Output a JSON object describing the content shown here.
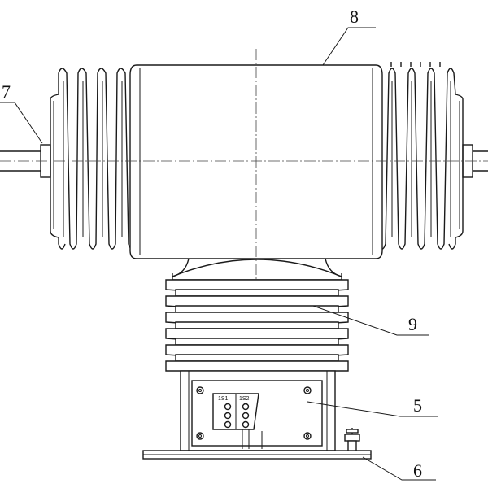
{
  "callouts": {
    "c8": "8",
    "c7": "7",
    "c9": "9",
    "c5": "5",
    "c6": "6"
  },
  "terminals": {
    "t1": "1S1",
    "t2": "1S2"
  }
}
